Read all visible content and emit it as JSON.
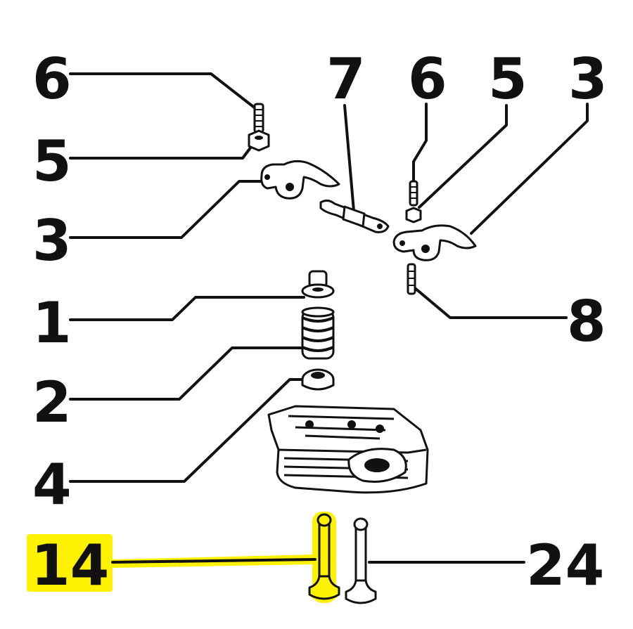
{
  "labels": {
    "l6a": "6",
    "l5a": "5",
    "l3a": "3",
    "l1": "1",
    "l2": "2",
    "l4": "4",
    "l14": "14",
    "l7": "7",
    "l6b": "6",
    "l5b": "5",
    "l3b": "3",
    "l8": "8",
    "l24": "24"
  },
  "colors": {
    "highlight": "#fff200",
    "ink": "#111111",
    "background": "#ffffff"
  },
  "highlighted_part": "14"
}
